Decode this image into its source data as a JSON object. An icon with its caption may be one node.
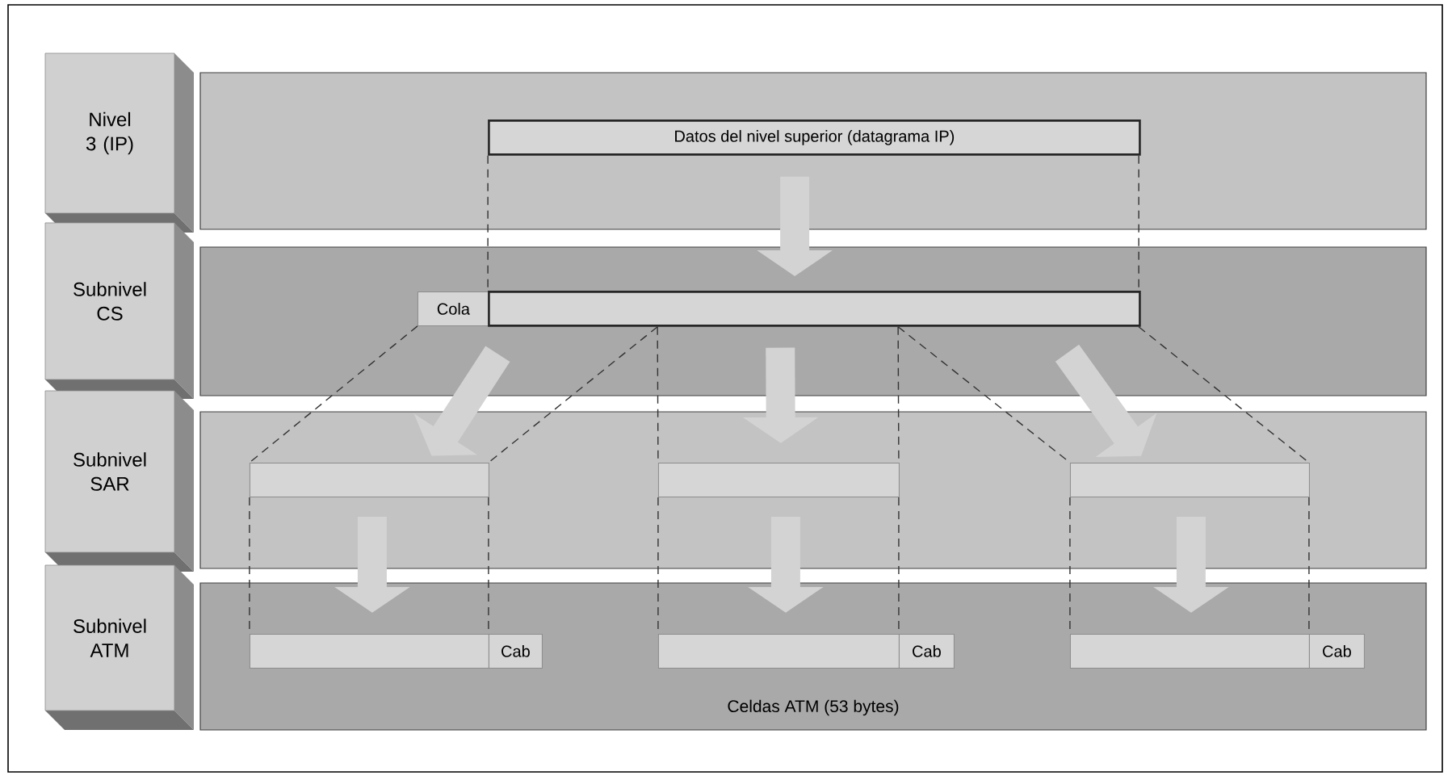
{
  "diagram": {
    "nodes": [
      {
        "text": [
          "Nivel 3 (IP)"
        ]
      },
      {
        "text": [
          "Subnivel CS"
        ]
      },
      {
        "text": [
          "Subnivel SAR"
        ]
      },
      {
        "text": [
          "Subnivel ATM"
        ]
      },
      {
        "text": [],
        "shape": "box"
      },
      {
        "text": [],
        "shape": "box"
      },
      {
        "text": [],
        "shape": "box"
      },
      {
        "text": [
          "Celdas ATM (53 bytes)"
        ]
      },
      {
        "text": [
          "Datos del nivel superior (datagrama IP)"
        ],
        "in": 4
      },
      {
        "text": [
          "Cola"
        ],
        "in": 5
      },
      {
        "text": [],
        "shape": "box",
        "in": 5
      },
      {
        "text": [],
        "shape": "box",
        "in": 6
      },
      {
        "text": [],
        "shape": "box",
        "in": 6
      },
      {
        "text": [],
        "shape": "box",
        "in": 6
      },
      {
        "text": [],
        "shape": "box",
        "in": 7
      },
      {
        "text": [
          "Cab"
        ],
        "in": 7
      },
      {
        "text": [],
        "shape": "box",
        "in": 7
      },
      {
        "text": [
          "Cab"
        ],
        "in": 7
      },
      {
        "text": [],
        "shape": "box",
        "in": 7
      },
      {
        "text": [
          "Cab"
        ],
        "in": 7
      }
    ],
    "edges": [
      {
        "from": 8,
        "to": 10,
        "arrow": "to",
        "style": "thick",
        "color": "#d3d3d3"
      },
      {
        "from": 10,
        "to": 11,
        "arrow": "to",
        "style": "thick",
        "color": "#d3d3d3"
      },
      {
        "from": 10,
        "to": 12,
        "arrow": "to",
        "style": "thick",
        "color": "#d3d3d3"
      },
      {
        "from": 10,
        "to": 13,
        "arrow": "to",
        "style": "thick",
        "color": "#d3d3d3"
      },
      {
        "from": 11,
        "to": 14,
        "arrow": "to",
        "style": "thick",
        "color": "#d3d3d3"
      },
      {
        "from": 12,
        "to": 16,
        "arrow": "to",
        "style": "thick",
        "color": "#d3d3d3"
      },
      {
        "from": 13,
        "to": 18,
        "arrow": "to",
        "style": "thick",
        "color": "#d3d3d3"
      },
      {
        "from": 8,
        "to": 10,
        "arrow": "none",
        "style": "dashed"
      },
      {
        "from": 8,
        "to": 10,
        "arrow": "none",
        "style": "dashed"
      },
      {
        "from": 9,
        "to": 11,
        "arrow": "none",
        "style": "dashed"
      },
      {
        "from": 10,
        "to": 11,
        "arrow": "none",
        "style": "dashed"
      },
      {
        "from": 10,
        "to": 12,
        "arrow": "none",
        "style": "dashed"
      },
      {
        "from": 10,
        "to": 12,
        "arrow": "none",
        "style": "dashed"
      },
      {
        "from": 10,
        "to": 13,
        "arrow": "none",
        "style": "dashed"
      },
      {
        "from": 10,
        "to": 13,
        "arrow": "none",
        "style": "dashed"
      },
      {
        "from": 11,
        "to": 14,
        "arrow": "none",
        "style": "dashed"
      },
      {
        "from": 11,
        "to": 14,
        "arrow": "none",
        "style": "dashed"
      },
      {
        "from": 12,
        "to": 16,
        "arrow": "none",
        "style": "dashed"
      },
      {
        "from": 12,
        "to": 16,
        "arrow": "none",
        "style": "dashed"
      },
      {
        "from": 13,
        "to": 18,
        "arrow": "none",
        "style": "dashed"
      },
      {
        "from": 13,
        "to": 18,
        "arrow": "none",
        "style": "dashed"
      }
    ]
  }
}
